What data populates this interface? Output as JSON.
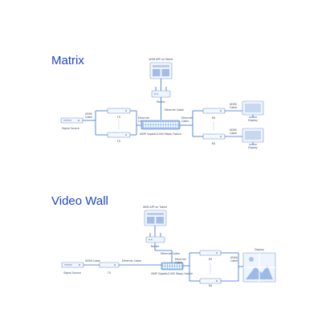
{
  "matrix": {
    "title": "Matrix",
    "web_app_label": "WEB APP on Tablet",
    "router_label": "Router",
    "source_label": "Signal Source",
    "hdmi_cable_in": "HDMI\nCable",
    "tx_label": "TX",
    "ethernet_cable_left": "Ethernet\nCable",
    "ethernet_cable_right": "Ethernet\nCable",
    "ethernet_cable_top": "Ethernet\nCable",
    "switch_label": "IGMP Gigabit(1000 Mbps) Switch",
    "rx_label": "RX",
    "hdmi_cable_out": "HDMI\nCable",
    "display_label": "Display"
  },
  "videowall": {
    "title": "Video Wall",
    "web_app_label": "WEB APP on Tablet",
    "router_label": "Router",
    "ethernet_cable_top": "Ethernet Cable",
    "source_label": "Signal Source",
    "hdmi_cable_in": "HDMI Cable",
    "tx_label": "TX",
    "ethernet_cable_left": "Ethernet Cable",
    "switch_label": "IGMP Gigabit(1000 Mbps) Switch",
    "ethernet_cable_right": "Ethernet\nCable",
    "rx_label": "RX",
    "hdmi_cable_out": "HDMI\nCable",
    "display_label": "Display"
  }
}
